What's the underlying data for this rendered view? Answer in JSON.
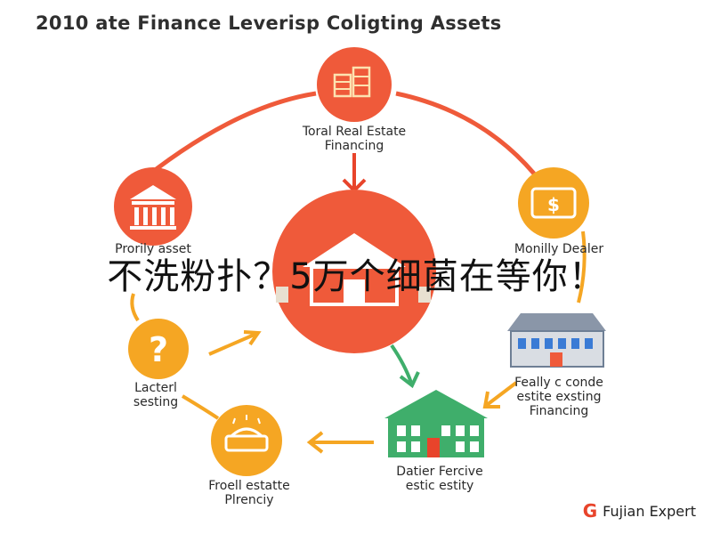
{
  "title": "2010 ate Finance Leverisp Coligting Assets",
  "overlay_text": "不洗粉扑？5万个细菌在等你！",
  "nodes": {
    "top": "Toral Real Estate\nFinancing",
    "left_upper": "Prorily asset",
    "right_upper": "Monilly Dealer",
    "left_mid": "Lacterl\nsesting",
    "right_mid": "Feally c conde\nestite exsting\nFinancing",
    "bottom_left": "Froell estatte\nPlrenciy",
    "bottom_right": "Datier Fercive\nestic estity"
  },
  "brand": {
    "mark": "G",
    "name": "Fujian Expert"
  },
  "colors": {
    "orange_red": "#ef5a3a",
    "orange": "#f5a623",
    "green": "#3fae6b",
    "gray_blue": "#6e7f95",
    "arrow_red": "#e8442b"
  }
}
